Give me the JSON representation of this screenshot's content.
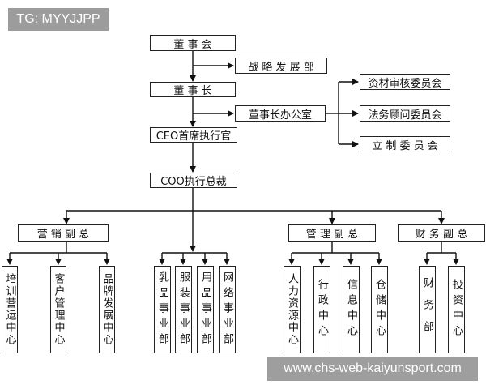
{
  "watermarks": {
    "tg": "TG: MYYJJPP",
    "site": "www.chs-web-kaiyunsport.com"
  },
  "nodes": {
    "board": "董 事 会",
    "strategy": "战 略 发 展 部",
    "chairman": "董 事 长",
    "chairman_office": "董事长办公室",
    "audit_committee": "资材审核委员会",
    "legal_committee": "法务顾问委员会",
    "legislation_committee": "立 制 委 员 会",
    "ceo": "CEO首席执行官",
    "coo": "COO执行总裁",
    "vp_marketing": "营 销 副 总",
    "vp_management": "管 理 副 总",
    "vp_finance": "财 务 副 总",
    "training": "培训营运中心",
    "customer": "客户管理中心",
    "brand": "品牌发展中心",
    "dairy": "乳品事业部",
    "apparel": "服装事业部",
    "supplies": "用品事业部",
    "network": "网络事业部",
    "hr": "人力资源中心",
    "admin": "行政中心",
    "info": "信息中心",
    "warehouse": "仓储中心",
    "finance_dept": "财务部",
    "investment": "投资中心"
  }
}
